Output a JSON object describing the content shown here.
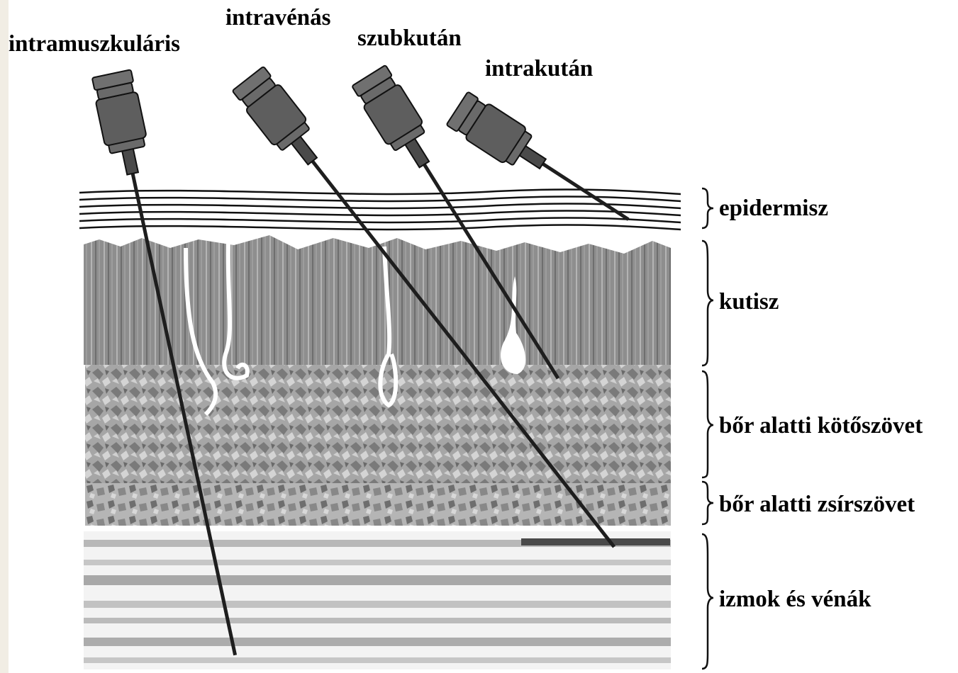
{
  "needles": {
    "intramuscular": "intramuszkuláris",
    "intravenous": "intravénás",
    "subcutaneous": "szubkután",
    "intradermal": "intrakután"
  },
  "layers": {
    "epidermis": "epidermisz",
    "cutis": "kutisz",
    "subcutaneous_connective": "bőr alatti kötőszövet",
    "subcutaneous_fat": "bőr alatti zsírszövet",
    "muscles_veins": "izmok és vénák"
  },
  "colors": {
    "background": "#ffffff",
    "left_margin": "#f1ede4",
    "syringe": "#5a5a5a",
    "needle": "#2a2a2a",
    "cutis": "#8c8c8c",
    "connective": "#a8a8a8",
    "fat": "#9a9a9a",
    "muscle": "#d9d9d9"
  }
}
